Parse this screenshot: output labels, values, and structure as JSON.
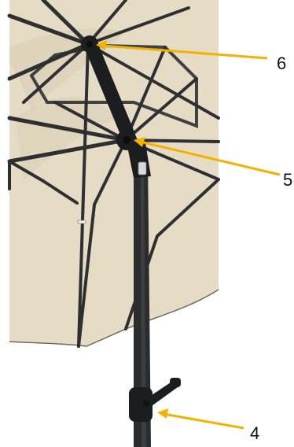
{
  "figure": {
    "colors": {
      "canopy": "#e6dcc6",
      "canopy_shade": "#d8ccb2",
      "canopy_edge": "#6f6a5f",
      "frame": "#2e2f31",
      "frame_dark": "#1c1d1f",
      "pole": "#2b2c2e",
      "pole_highlight": "#4a4b4e",
      "leader": "#f2b200",
      "background": "#ffffff"
    },
    "callouts": [
      {
        "id": "callout-6",
        "label": "6",
        "target": "top-hub"
      },
      {
        "id": "callout-5",
        "label": "5",
        "target": "runner-hub"
      },
      {
        "id": "callout-4",
        "label": "4",
        "target": "crank-handle"
      }
    ]
  }
}
